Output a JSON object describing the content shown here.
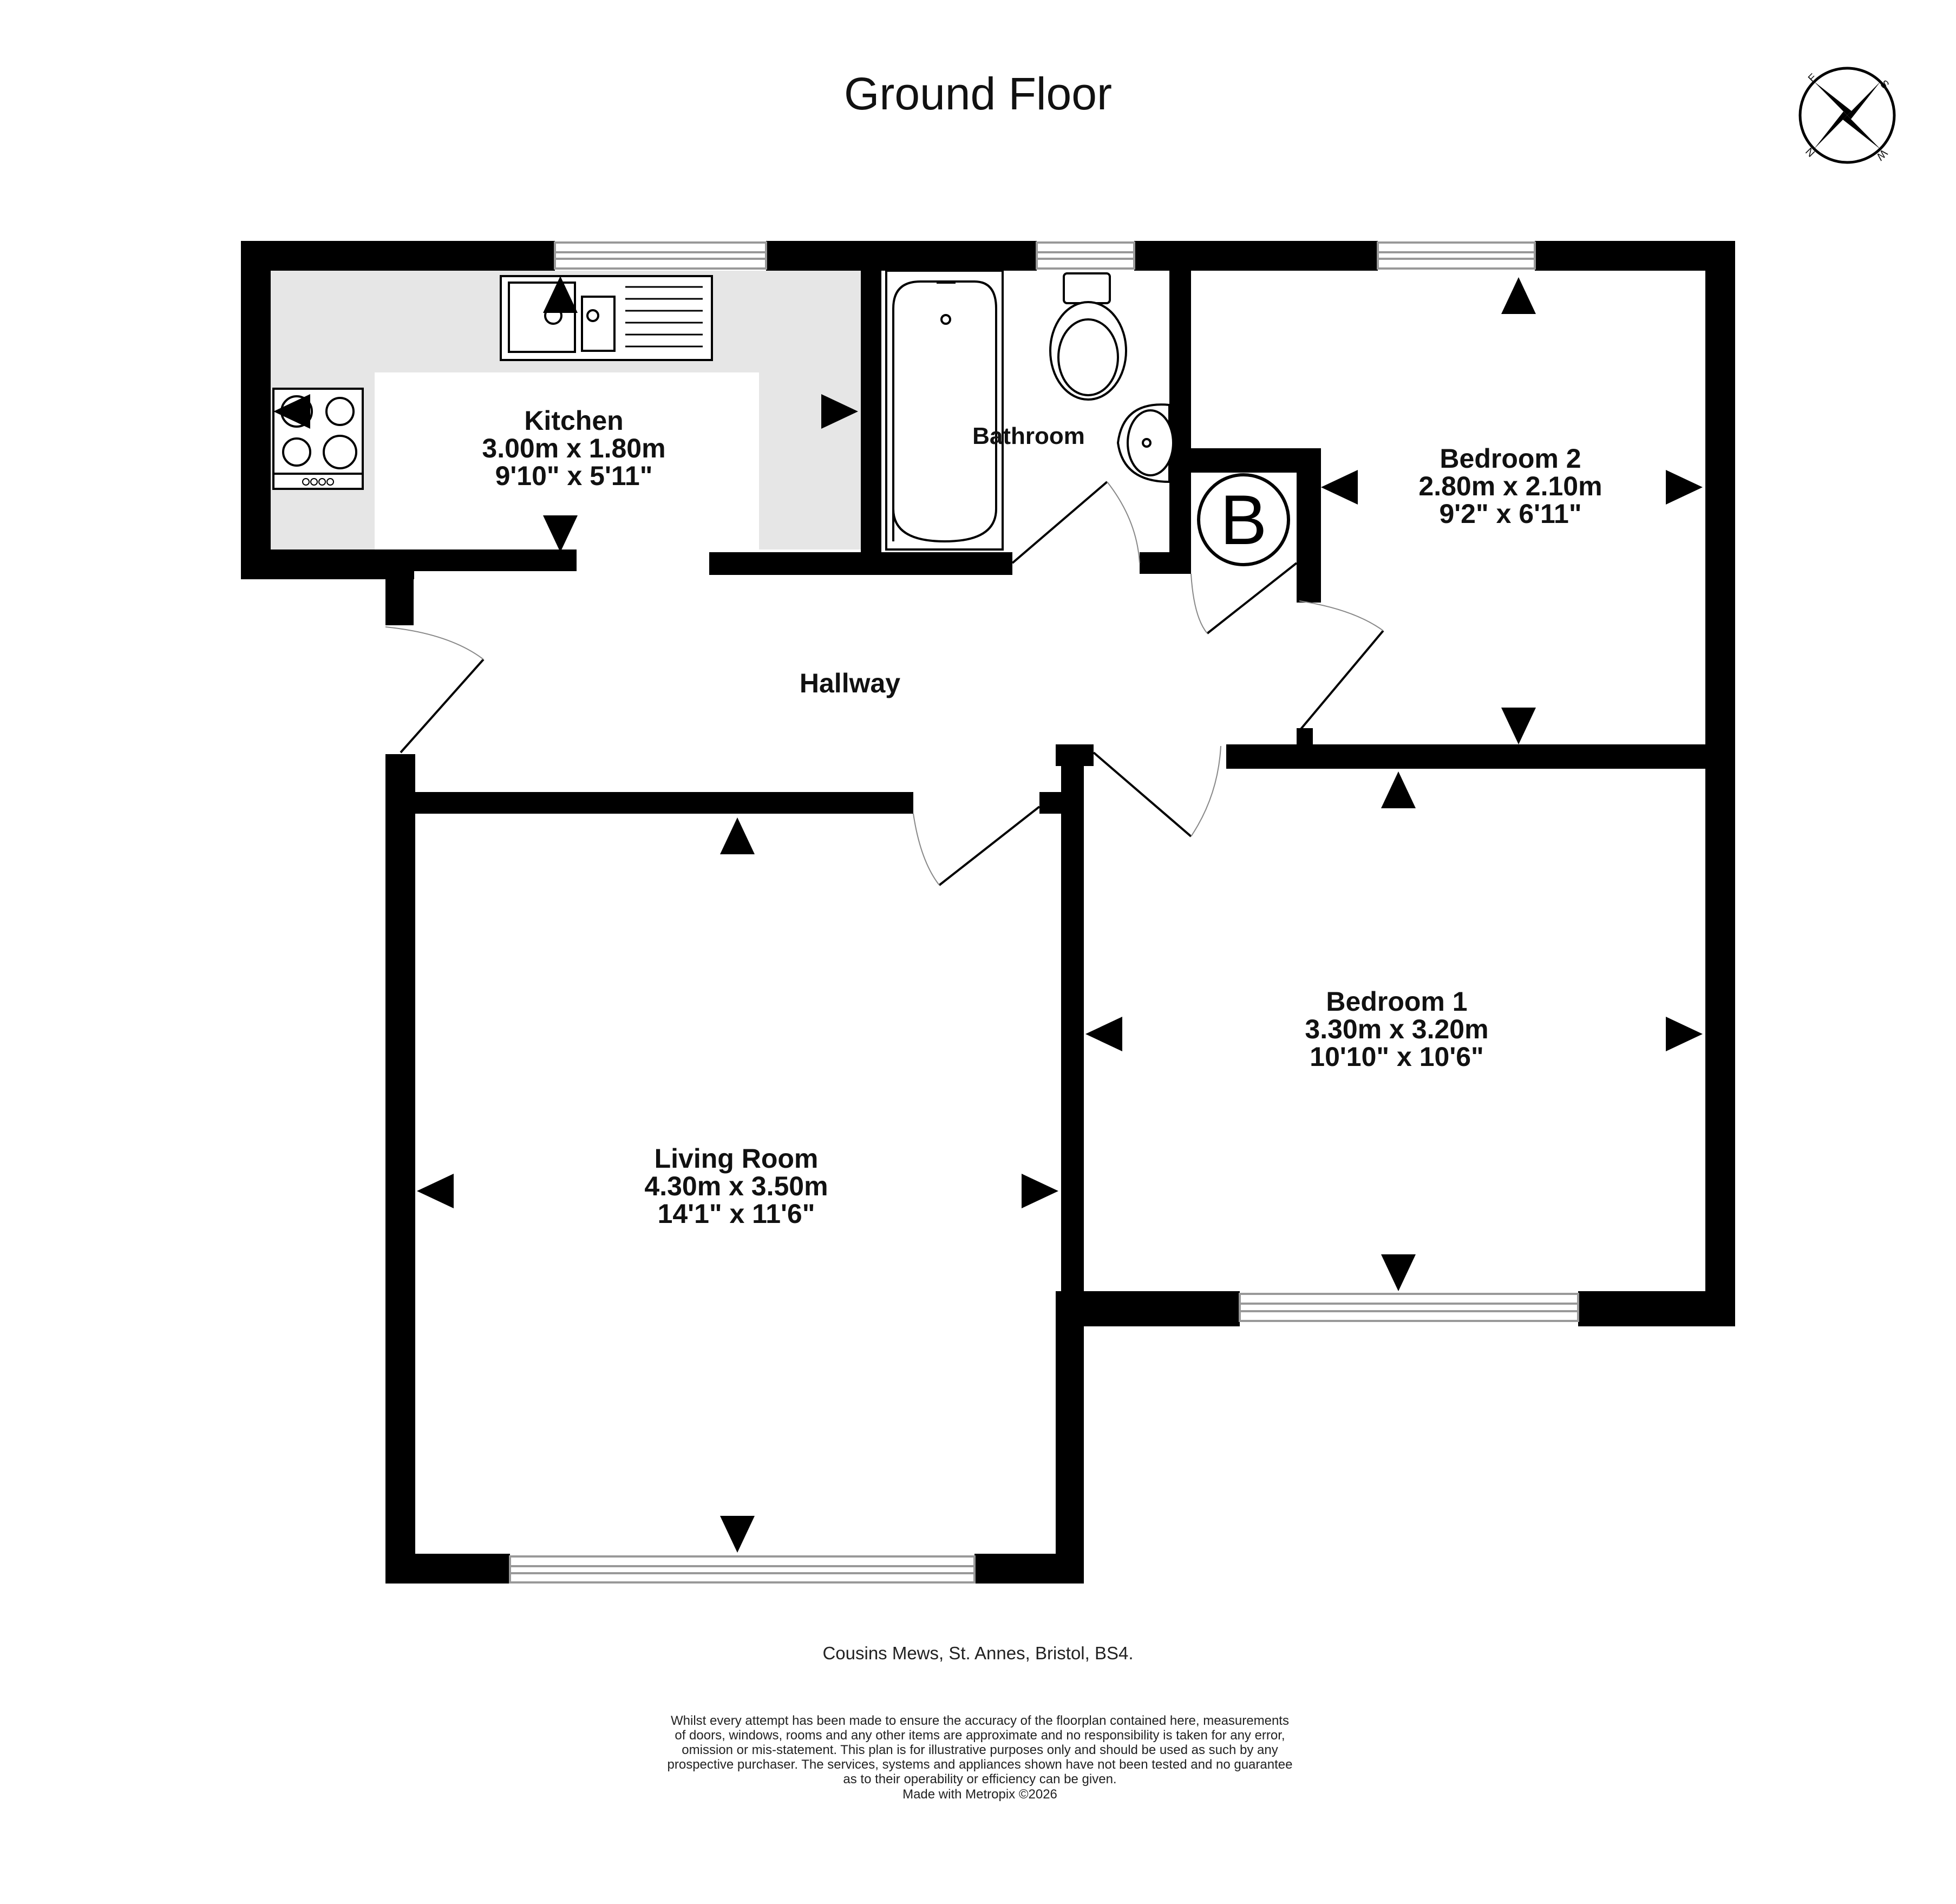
{
  "title": "Ground Floor",
  "rooms": {
    "kitchen": {
      "name": "Kitchen",
      "metric": "3.00m  x 1.80m",
      "imperial": "9'10\"  x 5'11\""
    },
    "bathroom": {
      "name": "Bathroom"
    },
    "bedroom2": {
      "name": "Bedroom 2",
      "metric": "2.80m  x 2.10m",
      "imperial": "9'2\"  x 6'11\""
    },
    "hallway": {
      "name": "Hallway"
    },
    "bedroom1": {
      "name": "Bedroom 1",
      "metric": "3.30m  x 3.20m",
      "imperial": "10'10\"  x 10'6\""
    },
    "living_room": {
      "name": "Living Room",
      "metric": "4.30m  x 3.50m",
      "imperial": "14'1\"  x 11'6\""
    }
  },
  "boiler_label": "B",
  "compass": {
    "n": "N",
    "e": "E",
    "s": "S",
    "w": "W"
  },
  "address": "Cousins Mews, St. Annes, Bristol, BS4.",
  "disclaimer": [
    "Whilst every attempt has been made to ensure the accuracy of the floorplan contained here, measurements",
    "of doors, windows, rooms and any other items are approximate and no responsibility is taken for any error,",
    "omission or mis-statement. This plan is for illustrative purposes only and should be used as such by any",
    "prospective purchaser. The services, systems and appliances shown have not been tested and no guarantee",
    "as to their operability or efficiency can be given.",
    "Made with Metropix ©2026"
  ],
  "colors": {
    "wall": "#000000",
    "kitchen_floor": "#e6e6e6",
    "window": "#999999"
  }
}
